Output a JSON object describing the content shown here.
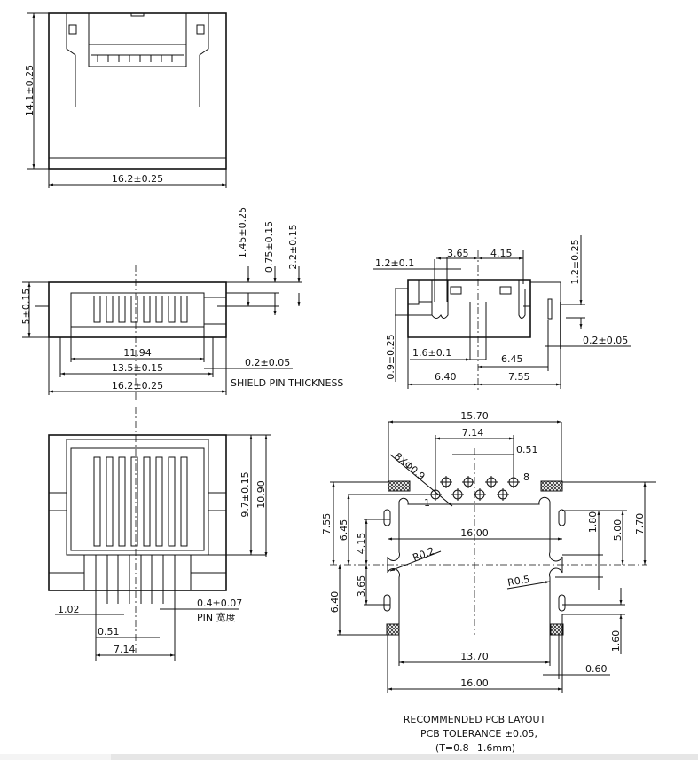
{
  "top_view": {
    "height_dim": "14.1±0.25",
    "width_dim": "16.2±0.25"
  },
  "front_view": {
    "dim_1_45": "1.45±0.25",
    "dim_0_75": "0.75±0.15",
    "dim_2_2": "2.2±0.15",
    "dim_5": "5±0.15",
    "dim_11_94": "11.94",
    "dim_13_5": "13.5±0.15",
    "dim_0_2": "0.2±0.05",
    "dim_16_2": "16.2±0.25",
    "note": "SHIELD PIN THICKNESS"
  },
  "side_view": {
    "dim_1_2": "1.2±0.1",
    "dim_3_65": "3.65",
    "dim_4_15": "4.15",
    "dim_1_2b": "1.2±0.25",
    "dim_0_2": "0.2±0.05",
    "dim_0_9": "0.9±0.25",
    "dim_1_6": "1.6±0.1",
    "dim_6_45": "6.45",
    "dim_6_40": "6.40",
    "dim_7_55": "7.55"
  },
  "bottom_view": {
    "dim_9_7": "9.7±0.15",
    "dim_10_90": "10.90",
    "dim_1_02": "1.02",
    "dim_0_4": "0.4±0.07",
    "pin_width": "PIN  宽度",
    "dim_0_51": "0.51",
    "dim_7_14": "7.14"
  },
  "pcb_layout": {
    "dim_15_70": "15.70",
    "dim_7_14": "7.14",
    "dim_0_51": "0.51",
    "hole_note": "8XΦ0.9",
    "pin1": "1",
    "pin8": "8",
    "dim_7_55": "7.55",
    "dim_6_45": "6.45",
    "dim_4_15": "4.15",
    "dim_3_65": "3.65",
    "dim_6_40": "6.40",
    "dim_16_00_top": "16.00",
    "r02": "R0.2",
    "r05": "R0.5",
    "dim_1_80": "1.80",
    "dim_5_00": "5.00",
    "dim_7_70": "7.70",
    "dim_1_60": "1.60",
    "dim_13_70": "13.70",
    "dim_0_60": "0.60",
    "dim_16_00_bottom": "16.00",
    "title": "RECOMMENDED  PCB  LAYOUT",
    "tolerance": "PCB  TOLERANCE  ±0.05,",
    "thickness": "(T=0.8−1.6mm)"
  }
}
